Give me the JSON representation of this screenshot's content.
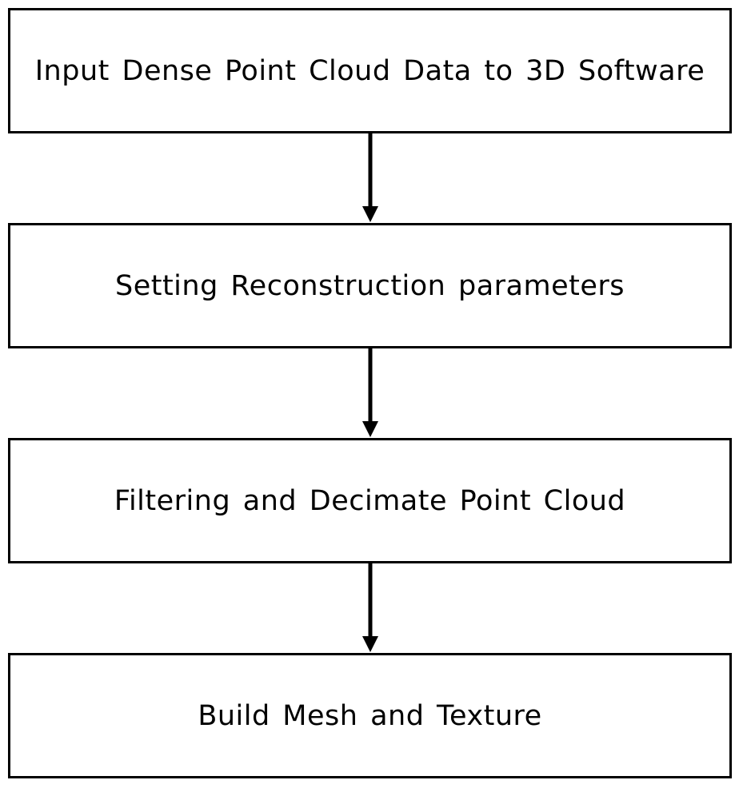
{
  "flowchart": {
    "steps": [
      {
        "label": "Input Dense Point Cloud Data to 3D Software"
      },
      {
        "label": "Setting Reconstruction parameters"
      },
      {
        "label": "Filtering and Decimate Point Cloud"
      },
      {
        "label": "Build Mesh and Texture"
      }
    ]
  },
  "colors": {
    "stroke": "#000000",
    "background": "#ffffff"
  }
}
